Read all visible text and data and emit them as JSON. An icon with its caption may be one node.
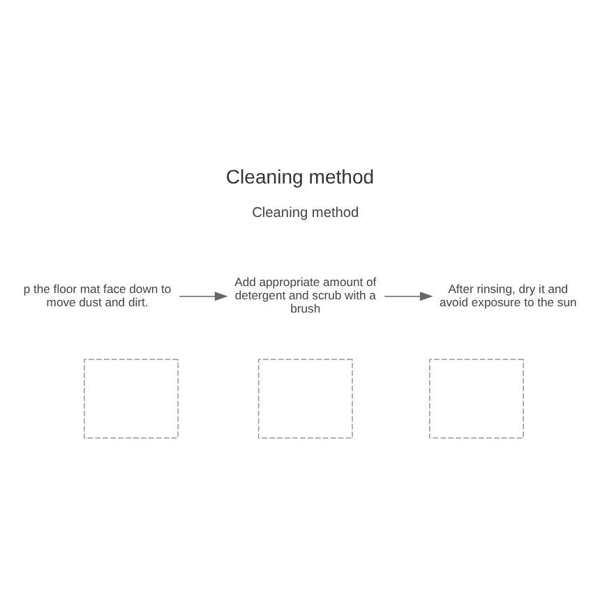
{
  "diagram": {
    "title": "Cleaning method",
    "nodes": [
      {
        "text": [
          "p the floor mat face down to move dust and dirt."
        ]
      },
      {
        "text": [
          "Add appropriate amount of detergent and scrub with a brush"
        ]
      },
      {
        "text": [
          "After rinsing, dry it and avoid exposure to the sun"
        ]
      },
      {
        "text": [],
        "shape": "box"
      },
      {
        "text": [],
        "shape": "box"
      },
      {
        "text": [],
        "shape": "box"
      }
    ],
    "edges": [
      {
        "from": 0,
        "to": 1,
        "arrow": "to"
      },
      {
        "from": 1,
        "to": 2,
        "arrow": "to"
      }
    ],
    "labels": [
      "Cleaning method"
    ]
  }
}
